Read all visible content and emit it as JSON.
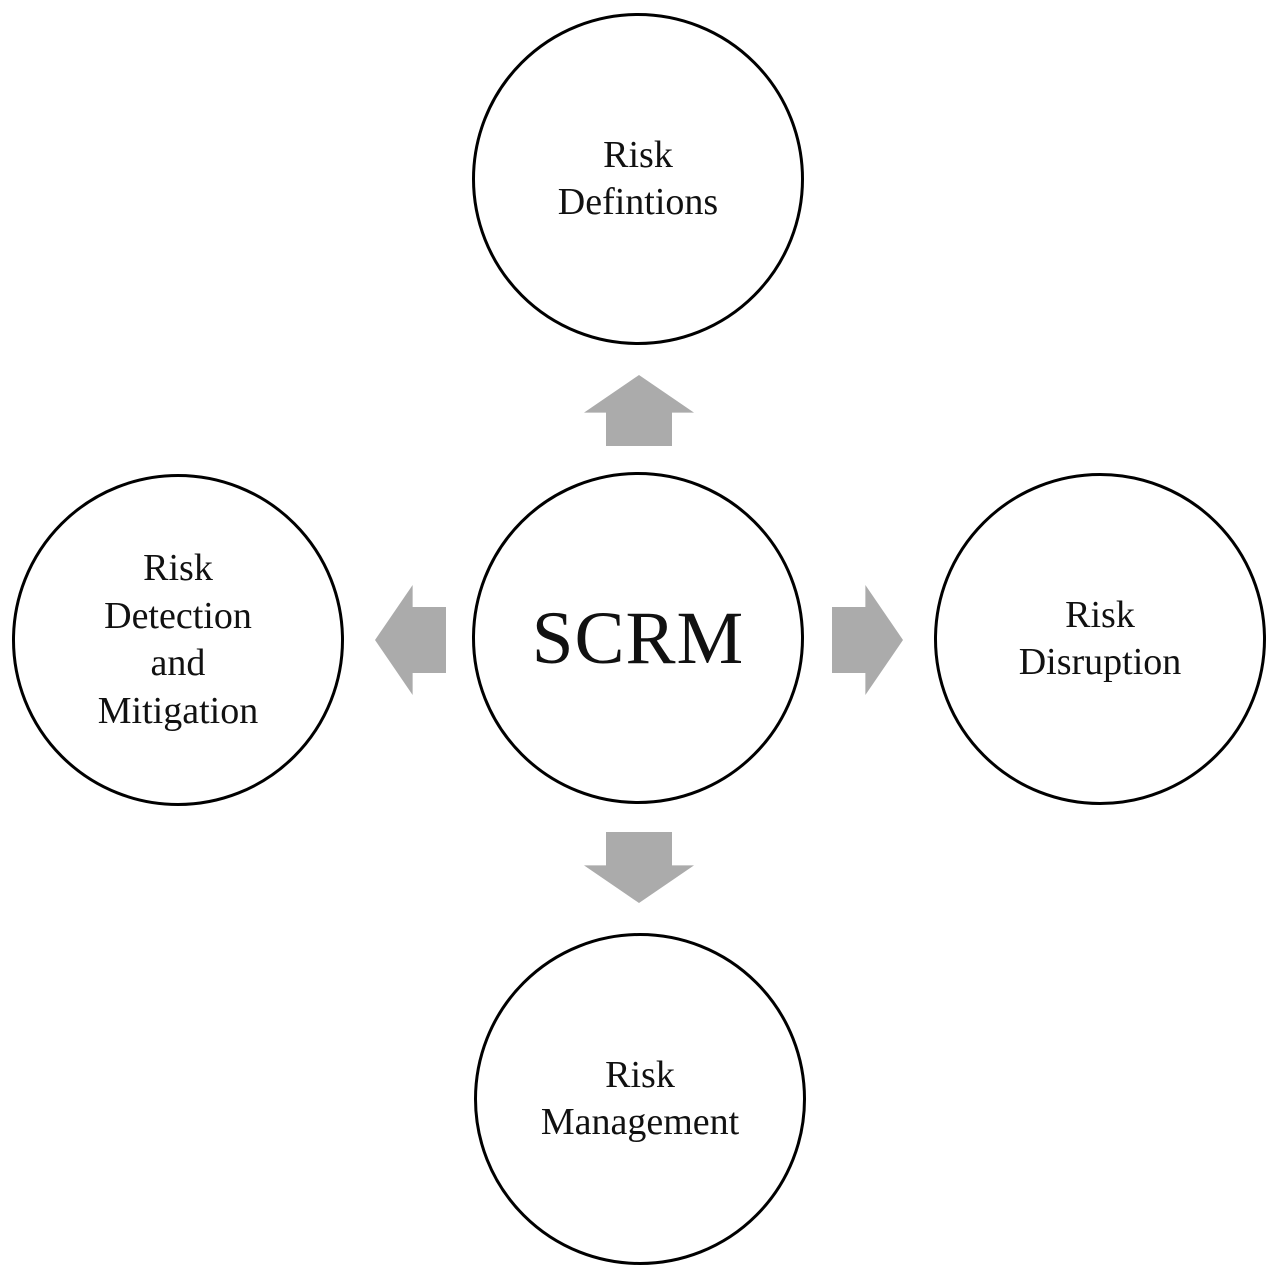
{
  "nodes": {
    "center": {
      "label": "SCRM"
    },
    "top": {
      "label": "Risk\nDefintions"
    },
    "left": {
      "label": "Risk\nDetection\nand\nMitigation"
    },
    "right": {
      "label": "Risk\nDisruption"
    },
    "bottom": {
      "label": "Risk\nManagement"
    }
  },
  "icons": {
    "arrow_up": "block-arrow-up",
    "arrow_down": "block-arrow-down",
    "arrow_left": "block-arrow-left",
    "arrow_right": "block-arrow-right"
  },
  "colors": {
    "background": "#FFFFFF",
    "circle_border": "#000000",
    "text": "#111111",
    "arrow": "#ABABAB"
  }
}
